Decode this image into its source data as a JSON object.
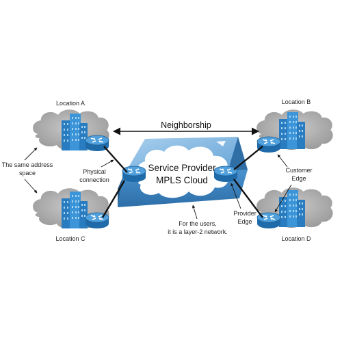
{
  "labels": {
    "location_a": "Location A",
    "location_b": "Location B",
    "location_c": "Location C",
    "location_d": "Location D",
    "neighborship": "Neighborship",
    "same_address_line1": "The same address",
    "same_address_line2": "space",
    "physical_line1": "Physical",
    "physical_line2": "connection",
    "sp_line1": "Service Provider",
    "sp_line2": "MPLS Cloud",
    "customer_edge_line1": "Customer",
    "customer_edge_line2": "Edge",
    "provider_edge_line1": "Provider",
    "provider_edge_line2": "Edge",
    "users_line1": "For the users,",
    "users_line2": "it is a layer-2 network."
  },
  "colors": {
    "site_cloud": "#a8a8a8",
    "mpls_block_top": "#7fb4dc",
    "mpls_block_side": "#3f86c0",
    "router": "#2f7fbf",
    "building": "#3a8fd0",
    "link": "#111111"
  },
  "icons": [
    "router-icon",
    "building-icon",
    "site-cloud-icon",
    "mpls-cloud-icon",
    "arrow-icon"
  ]
}
